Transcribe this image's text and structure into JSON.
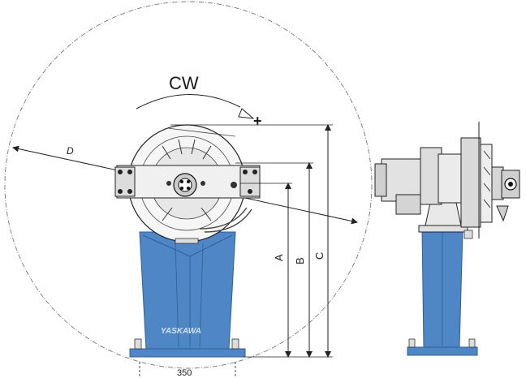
{
  "rotation_label": "CW",
  "plus_sign": "+",
  "diameter_label": "D",
  "dimension_labels": {
    "a": "A",
    "b": "B",
    "c": "C"
  },
  "base_width": "350",
  "brand": "YASKAWA",
  "colors": {
    "pedestal": "#4f86c6",
    "pedestal_dark": "#2f5e96",
    "line": "#222222",
    "reach_circle": "#777777"
  }
}
